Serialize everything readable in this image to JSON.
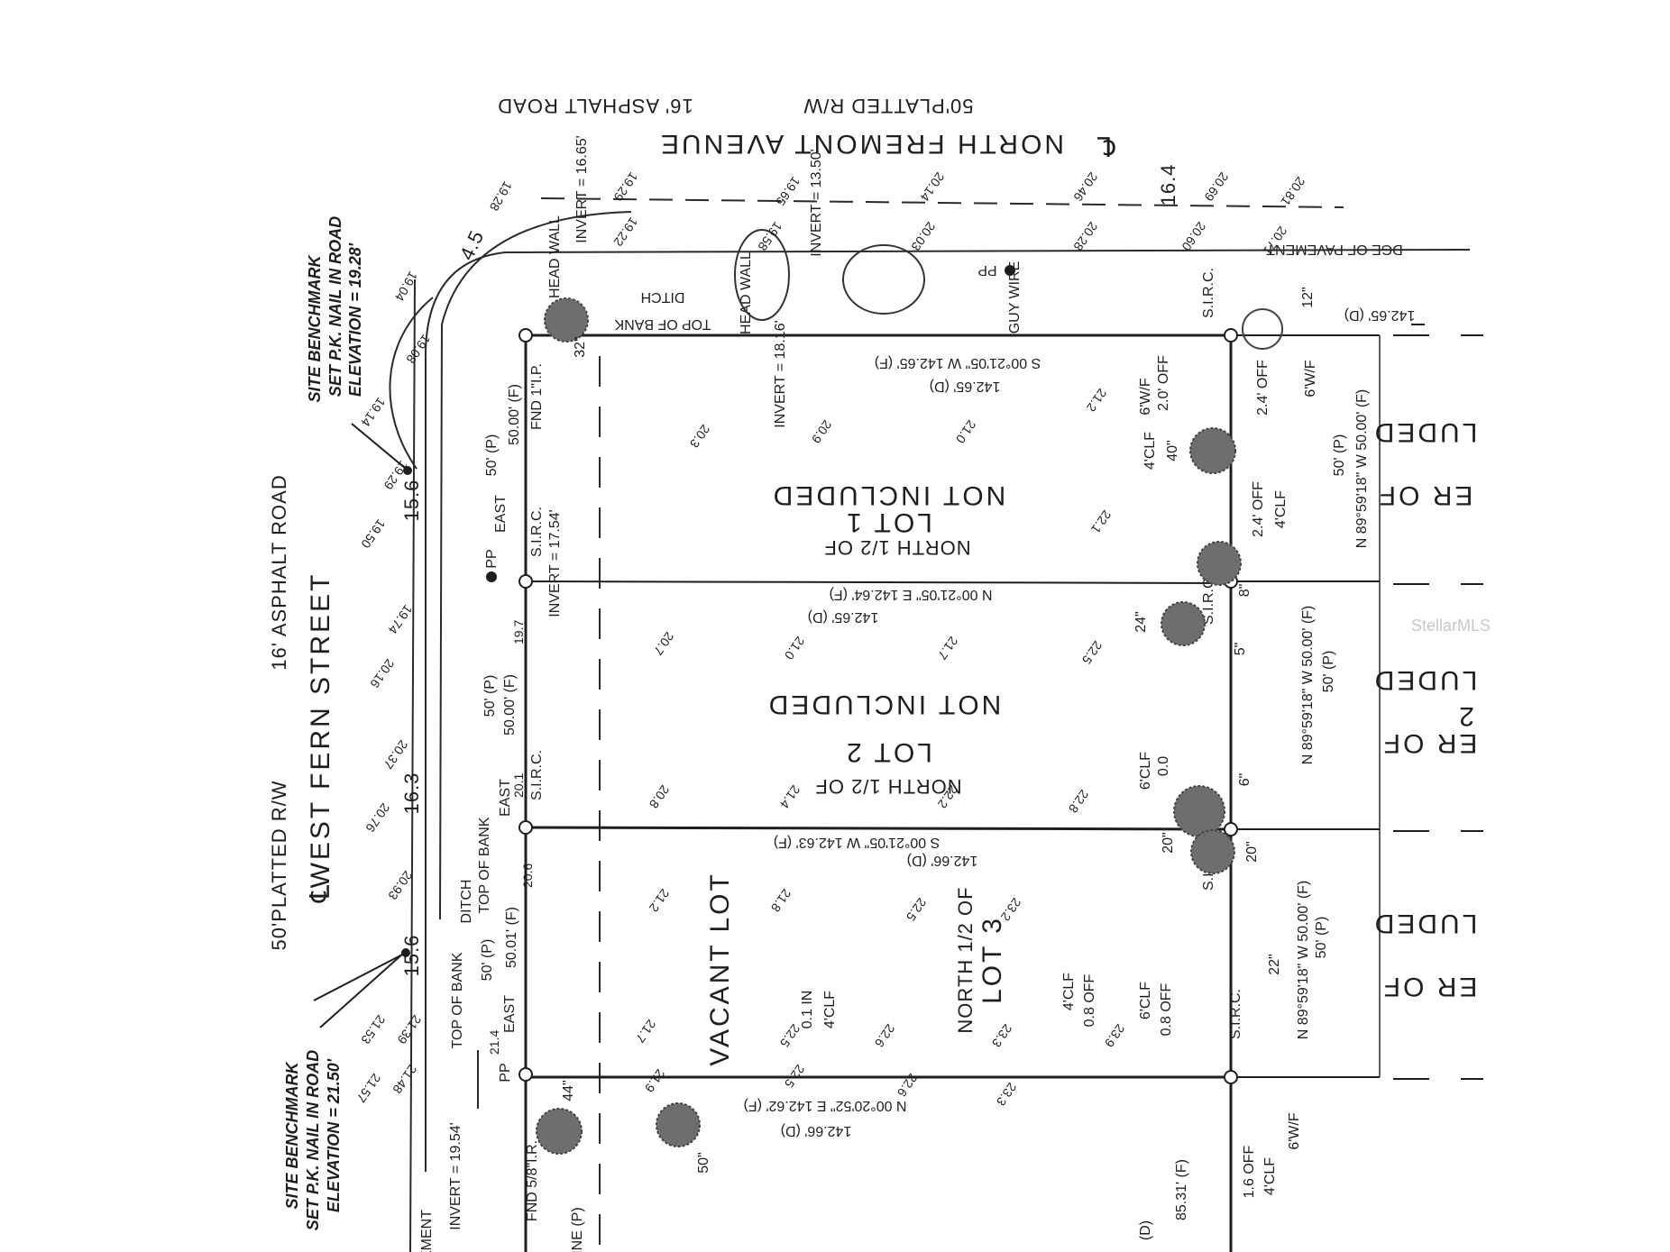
{
  "north_street": {
    "name": "NORTH FREMONT AVENUE",
    "row": "50'PLATTED R/W",
    "road": "16' ASPHALT ROAD",
    "edge": "DGE OF PAVEMENT"
  },
  "west_street": {
    "name": "WEST FERN STREET",
    "row": "50'PLATTED R/W",
    "road": "16' ASPHALT ROAD"
  },
  "benchmarks": [
    {
      "line1": "SITE BENCHMARK",
      "line2": "SET P.K. NAIL IN ROAD",
      "line3": "ELEVATION = 19.28'"
    },
    {
      "line1": "SITE BENCHMARK",
      "line2": "SET P.K. NAIL IN ROAD",
      "line3": "ELEVATION = 21.50'"
    }
  ],
  "lots": [
    {
      "line1": "NORTH 1/2 OF",
      "line2": "LOT 1",
      "line3": "NOT INCLUDED",
      "bearing_f": "S 00°21'05\" W  142.65' (F)",
      "bearing_d": "142.65' (D)",
      "west": "50' (P)",
      "west_f": "50.00' (F)",
      "east": "50' (P)",
      "east_f": "N 89°59'18\" W  50.00' (F)"
    },
    {
      "line1": "NORTH 1/2 OF",
      "line2": "LOT 2",
      "line3": "NOT INCLUDED",
      "bearing_f": "N 00°21'05\" E  142.64' (F)",
      "bearing_d": "142.65' (D)",
      "west": "50' (P)",
      "west_f": "50.00' (F)",
      "east": "50' (P)",
      "east_f": "N 89°59'18\" W  50.00' (F)"
    },
    {
      "line1": "NORTH 1/2 OF",
      "line2": "LOT 3",
      "line3": "VACANT LOT",
      "bearing_f": "S 00°21'05\" W  142.63' (F)",
      "bearing_d": "142.66' (D)",
      "west": "50' (P)",
      "west_f": "50.01' (F)",
      "east": "50' (P)",
      "east_f": "N 89°59'18\" W  50.00' (F)"
    }
  ],
  "south_line": {
    "bearing_f": "N 00°20'52\" E  142.62' (F)",
    "bearing_d": "142.66' (D)"
  },
  "east_dim": {
    "value": "142.65' (D)",
    "bottom_f": "85.31' (F)",
    "bottom_d": "(D)"
  },
  "neighbors": [
    {
      "line1": "ER OF",
      "line2": "LUDED"
    },
    {
      "line1": "ER OF",
      "line2": "2",
      "line3": "LUDED"
    },
    {
      "line1": "ER OF",
      "line2": "LUDED"
    }
  ],
  "monuments": {
    "sirc": "S.I.R.C.",
    "fnd_ip": "FND 1\"I.P.",
    "fnd_ir": "FND 5/8\"I.R.",
    "pp": "PP",
    "guy": "GUY WIRE",
    "east": "EAST"
  },
  "drainage": {
    "invert_1665": "INVERT = 16.65'",
    "invert_1350": "INVERT = 13.50'",
    "invert_1816": "INVERT = 18.16'",
    "invert_1754": "INVERT = 17.54'",
    "invert_1954": "INVERT = 19.54'",
    "headwall": "HEAD WALL",
    "ditch": "DITCH",
    "top_of_bank": "TOP OF BANK"
  },
  "fences": [
    "6'W/F",
    "4'CLF",
    "6'CLF",
    "2.0' OFF",
    "2.4' OFF",
    "0.8 OFF",
    "0.0",
    "1.6 OFF",
    "0.1 IN"
  ],
  "trees": [
    "32\"",
    "40\"",
    "12\"",
    "24\"",
    "8\"",
    "5\"",
    "6\"",
    "20\"",
    "22\"",
    "44\"",
    "50\""
  ],
  "pavement": [
    "16.4",
    "15.6",
    "16.3",
    "15.6",
    "4.5"
  ],
  "line_label": "LINE (P)",
  "easement": "EMENT",
  "watermark": "StellarMLS",
  "elevations": {
    "north": [
      "19.29",
      "19.65",
      "20.14",
      "20.46",
      "20.69",
      "20.81",
      "19.28",
      "19.04",
      "19.22",
      "19.58",
      "20.03",
      "20.28",
      "20.60",
      "20.71",
      "19.14",
      "19.08",
      "19.29",
      "19.50"
    ],
    "lots": [
      "20.3",
      "20.9",
      "21.0",
      "21.2",
      "22.1",
      "20.7",
      "21.0",
      "21.7",
      "22.5",
      "20.8",
      "21.4",
      "22.2",
      "22.8",
      "21.2",
      "21.8",
      "22.5",
      "23.2",
      "21.7",
      "22.5",
      "22.6",
      "23.3",
      "21.9",
      "22.5",
      "22.6",
      "23.3",
      "23.9"
    ],
    "west": [
      "20.16",
      "20.37",
      "20.76",
      "20.93",
      "21.53",
      "21.57",
      "21.48",
      "21.39",
      "19.74",
      "19.7",
      "20.1",
      "20.6",
      "21.4"
    ]
  }
}
